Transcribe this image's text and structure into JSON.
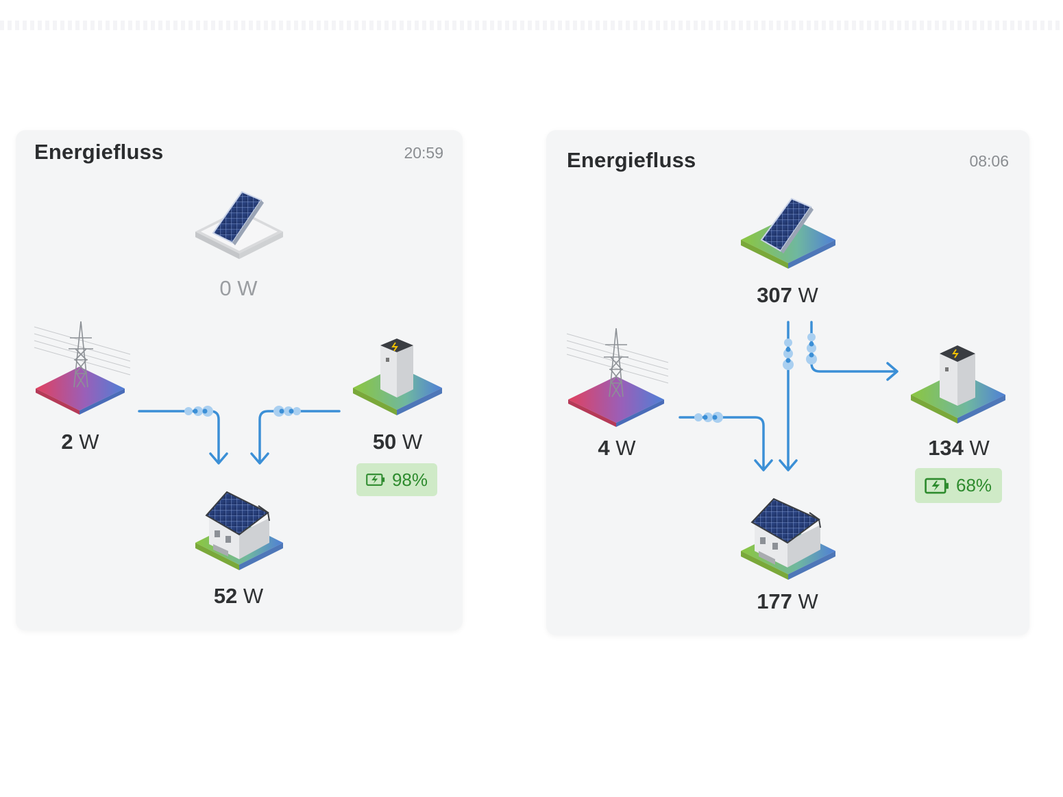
{
  "cards": [
    {
      "title": "Energiefluss",
      "time": "20:59",
      "solar": {
        "value": "0",
        "unit": "W"
      },
      "grid": {
        "value": "2",
        "unit": "W"
      },
      "battery": {
        "value": "50",
        "unit": "W",
        "charge": "98%"
      },
      "home": {
        "value": "52",
        "unit": "W"
      }
    },
    {
      "title": "Energiefluss",
      "time": "08:06",
      "solar": {
        "value": "307",
        "unit": "W"
      },
      "grid": {
        "value": "4",
        "unit": "W"
      },
      "battery": {
        "value": "134",
        "unit": "W",
        "charge": "68%"
      },
      "home": {
        "value": "177",
        "unit": "W"
      }
    }
  ],
  "colors": {
    "flow": "#3b8fd6",
    "badge_bg": "#cfeac7",
    "badge_text": "#2e8b2e",
    "card_bg": "#f4f5f6"
  },
  "icons": [
    "solar-panel-icon",
    "power-pylon-icon",
    "battery-icon",
    "house-icon",
    "battery-charging-icon"
  ]
}
